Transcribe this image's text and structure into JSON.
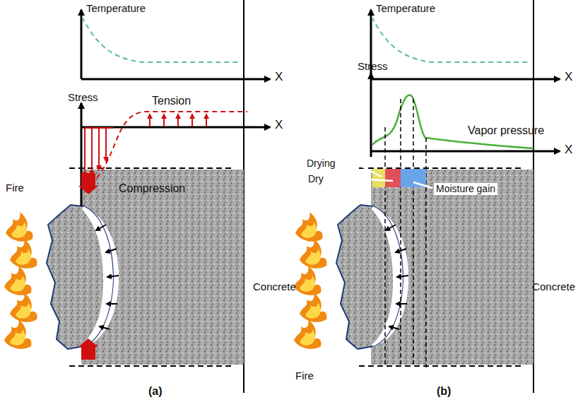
{
  "diagram": {
    "labels": [
      "Temperature",
      "X",
      "Stress",
      "Tension",
      "X",
      "Compression",
      "Fire",
      "Concrete",
      "(a)",
      "Temperature",
      "X",
      "Stress",
      "Vapor pressure",
      "X",
      "Drying",
      "Dry",
      "Moisture gain",
      "Fire",
      "Concrete",
      "(b)"
    ]
  }
}
